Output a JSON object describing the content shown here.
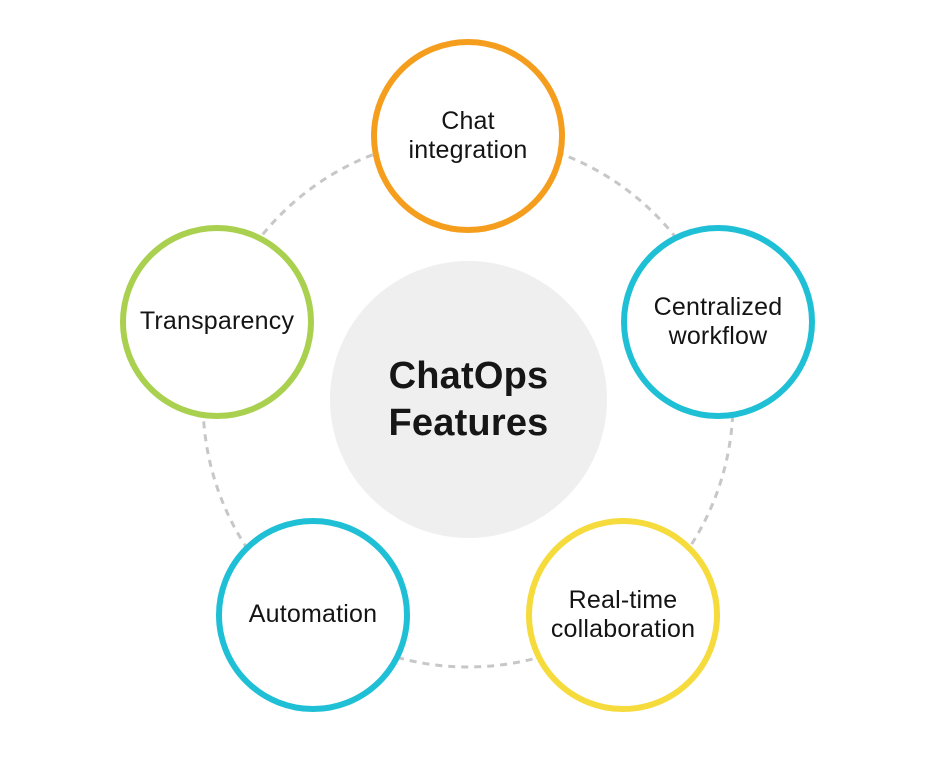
{
  "diagram": {
    "center": {
      "label": "ChatOps\nFeatures",
      "fill": "#efefef",
      "text_color": "#161616"
    },
    "ring": {
      "color": "#c7c7c7"
    },
    "nodes": [
      {
        "id": "chat-integration",
        "label": "Chat\nintegration",
        "color": "#f59e1e",
        "position": "top"
      },
      {
        "id": "centralized-workflow",
        "label": "Centralized\nworkflow",
        "color": "#1fc0d5",
        "position": "right"
      },
      {
        "id": "real-time-collaboration",
        "label": "Real-time\ncollaboration",
        "color": "#f5db3b",
        "position": "bottom-right"
      },
      {
        "id": "automation",
        "label": "Automation",
        "color": "#1fc0d5",
        "position": "bottom-left"
      },
      {
        "id": "transparency",
        "label": "Transparency",
        "color": "#a9d04f",
        "position": "left"
      }
    ]
  }
}
